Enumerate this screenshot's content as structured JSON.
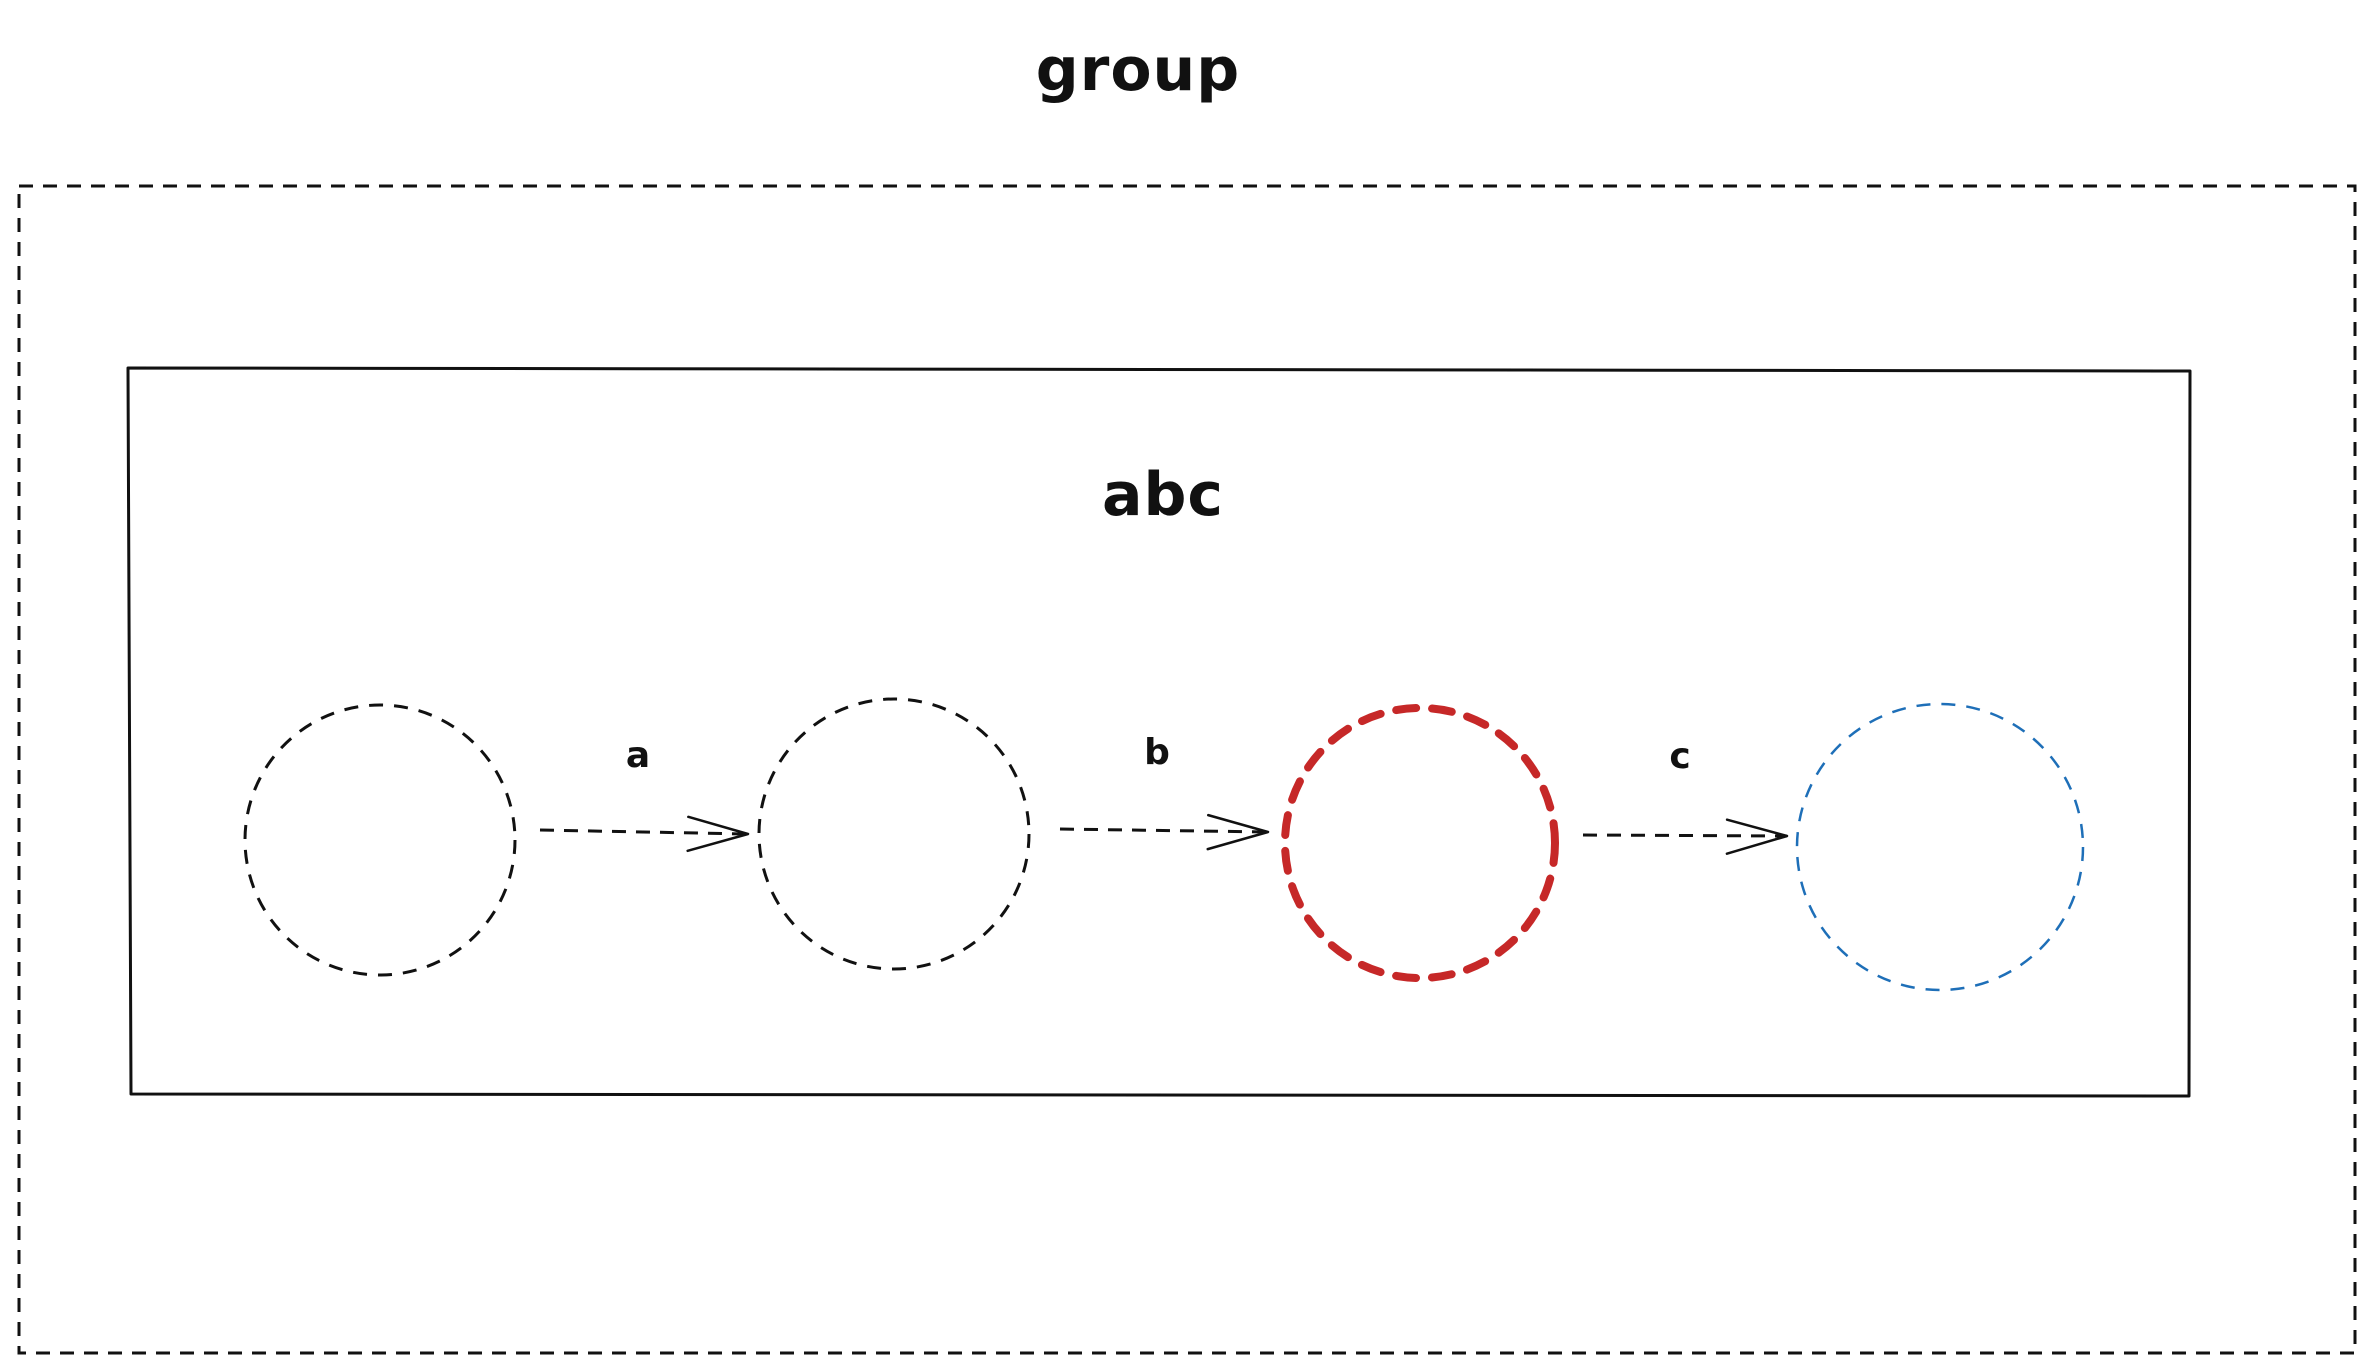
{
  "group": {
    "title": "group"
  },
  "box": {
    "title": "abc"
  },
  "edges": [
    {
      "label": "a"
    },
    {
      "label": "b"
    },
    {
      "label": "c"
    }
  ],
  "nodes": [
    {
      "style": "dashed-black"
    },
    {
      "style": "dashed-black"
    },
    {
      "style": "dashed-red-bold"
    },
    {
      "style": "dashed-blue"
    }
  ],
  "colors": {
    "stroke": "#111111",
    "highlight_red": "#c62828",
    "highlight_blue": "#1e6fb8",
    "background": "#ffffff"
  }
}
